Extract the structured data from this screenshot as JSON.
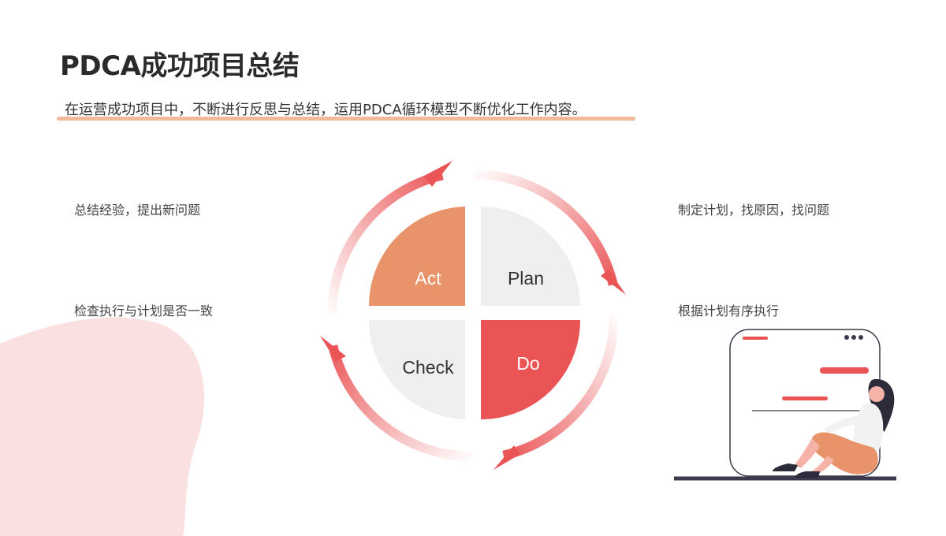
{
  "slide": {
    "title": "PDCA成功项目总结",
    "subtitle": "在运营成功项目中，不断进行反思与总结，运用PDCA循环模型不断优化工作内容。"
  },
  "notes": {
    "top_left": "总结经验，提出新问题",
    "bottom_left": "检查执行与计划是否一致",
    "top_right": "制定计划，找原因，找问题",
    "bottom_right": "根据计划有序执行"
  },
  "cycle": {
    "act": "Act",
    "plan": "Plan",
    "check": "Check",
    "do": "Do"
  },
  "colors": {
    "accent_red": "#ea5455",
    "accent_orange": "#e8936a",
    "neutral_gray": "#efefef",
    "underline": "#f4b89d",
    "blob": "#fbe0e1"
  }
}
